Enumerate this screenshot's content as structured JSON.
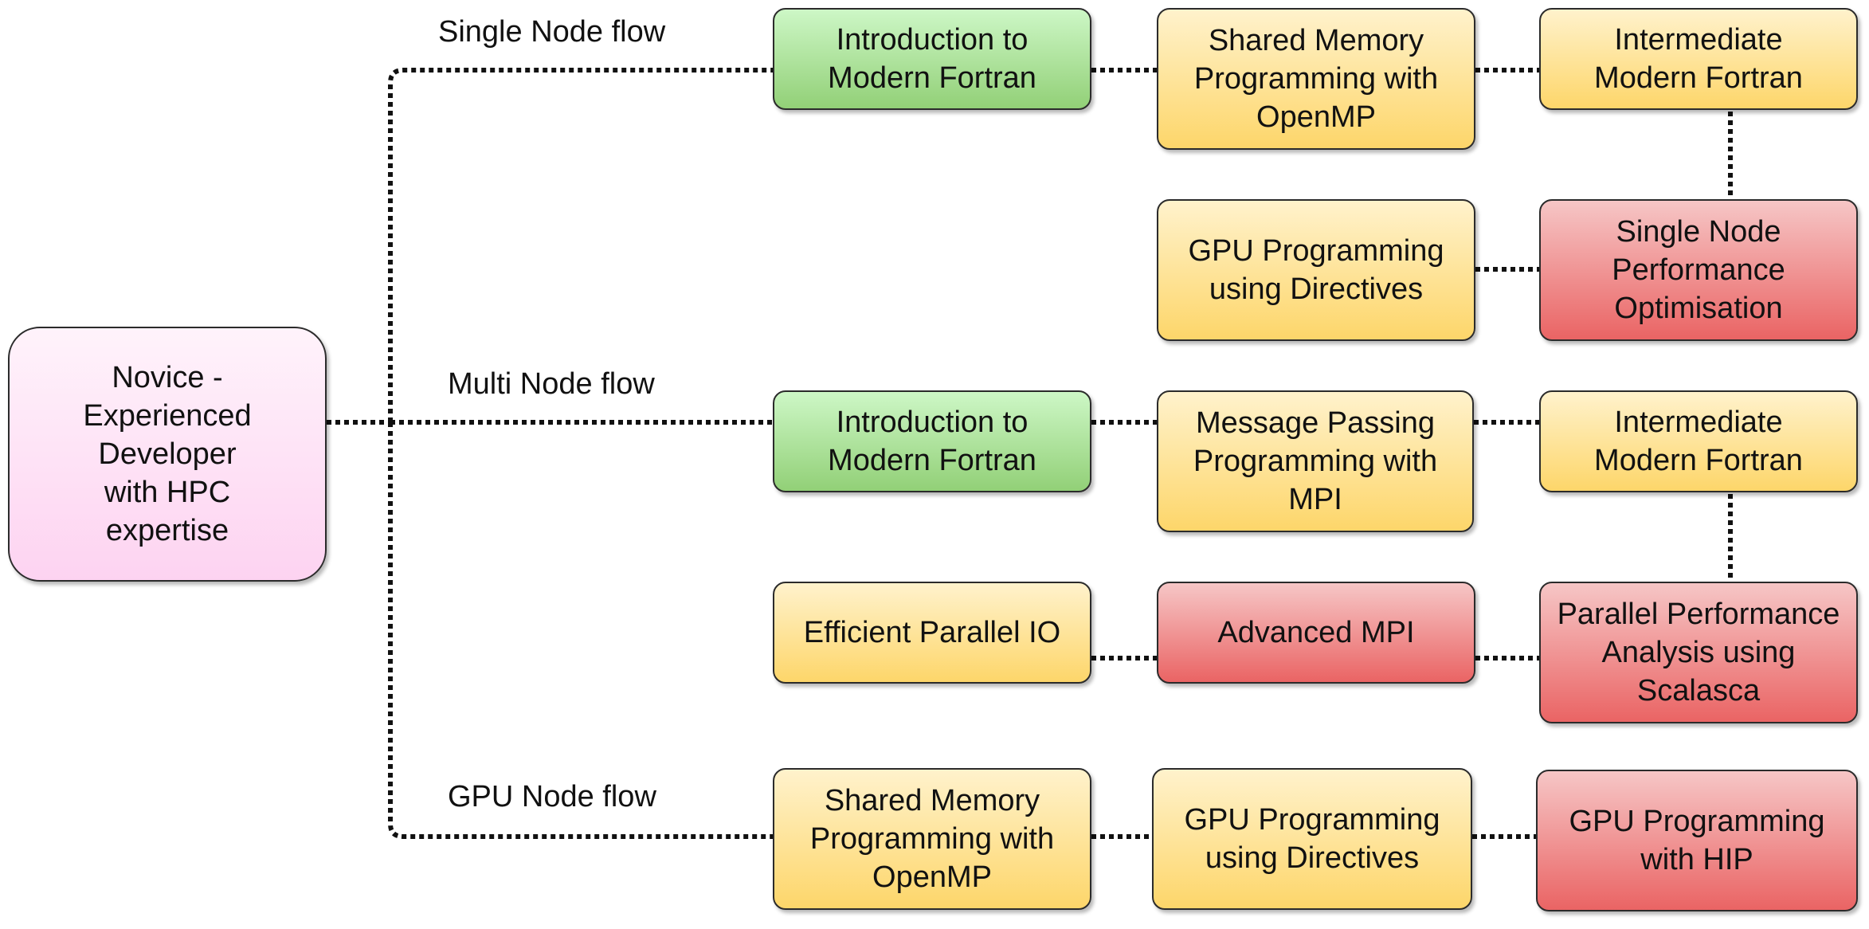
{
  "root": {
    "label": "Novice -\nExperienced\nDeveloper\nwith HPC\nexpertise"
  },
  "flows": {
    "single": {
      "label": "Single Node flow"
    },
    "multi": {
      "label": "Multi Node flow"
    },
    "gpu": {
      "label": "GPU Node flow"
    }
  },
  "nodes": {
    "single_intro_fortran": {
      "label": "Introduction to\nModern Fortran"
    },
    "single_shared_memory_openmp": {
      "label": "Shared Memory\nProgramming with\nOpenMP"
    },
    "single_intermediate_fortran": {
      "label": "Intermediate\nModern Fortran"
    },
    "single_gpu_directives": {
      "label": "GPU Programming\nusing Directives"
    },
    "single_node_performance": {
      "label": "Single Node\nPerformance\nOptimisation"
    },
    "multi_intro_fortran": {
      "label": "Introduction to\nModern Fortran"
    },
    "multi_message_passing_mpi": {
      "label": "Message Passing\nProgramming with\nMPI"
    },
    "multi_intermediate_fortran": {
      "label": "Intermediate\nModern Fortran"
    },
    "multi_parallel_io": {
      "label": "Efficient Parallel IO"
    },
    "multi_advanced_mpi": {
      "label": "Advanced MPI"
    },
    "multi_scalasca": {
      "label": "Parallel Performance\nAnalysis using\nScalasca"
    },
    "gpu_shared_memory_openmp": {
      "label": "Shared Memory\nProgramming with\nOpenMP"
    },
    "gpu_directives": {
      "label": "GPU Programming\nusing Directives"
    },
    "gpu_hip": {
      "label": "GPU Programming\nwith HIP"
    }
  },
  "colors": {
    "root": "#fdd3f1",
    "beginner": "#92d077",
    "intermediate": "#fdd66a",
    "advanced": "#ea6464",
    "connector": "#111111"
  }
}
